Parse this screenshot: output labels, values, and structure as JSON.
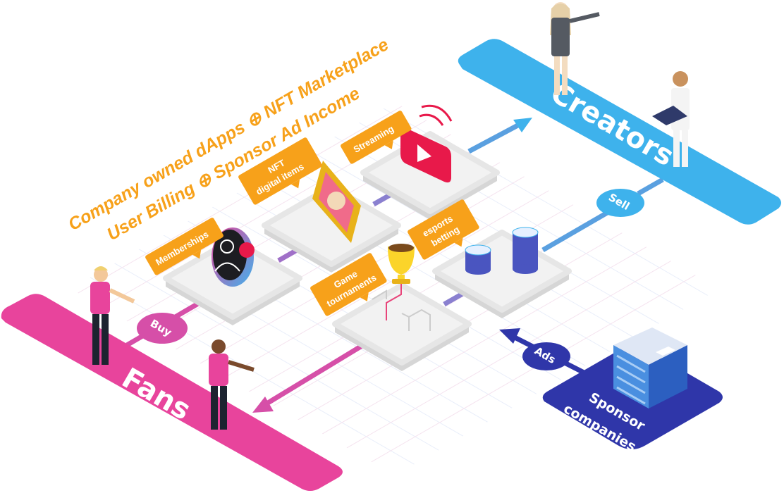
{
  "headline": {
    "line1": "Company owned dApps ⊕ NFT Marketplace",
    "line2": "User Billing ⊕ Sponsor  Ad Income"
  },
  "groups": {
    "fans": "Fans",
    "creators": "Creators",
    "sponsor_line1": "Sponsor",
    "sponsor_line2": "companies"
  },
  "flows": {
    "buy": "Buy",
    "sell": "Sell",
    "ads": "Ads"
  },
  "services": {
    "memberships": "Memberships",
    "nft_line1": "NFT",
    "nft_line2": "digital items",
    "streaming": "Streaming",
    "game_line1": "Game",
    "game_line2": "tournaments",
    "esports_line1": "esports",
    "esports_line2": "betting"
  },
  "colors": {
    "fans": "#e8449c",
    "creators": "#3eb2ec",
    "sponsor": "#2f36a9",
    "label": "#f7a11a",
    "platform": "#f2f2f2"
  }
}
